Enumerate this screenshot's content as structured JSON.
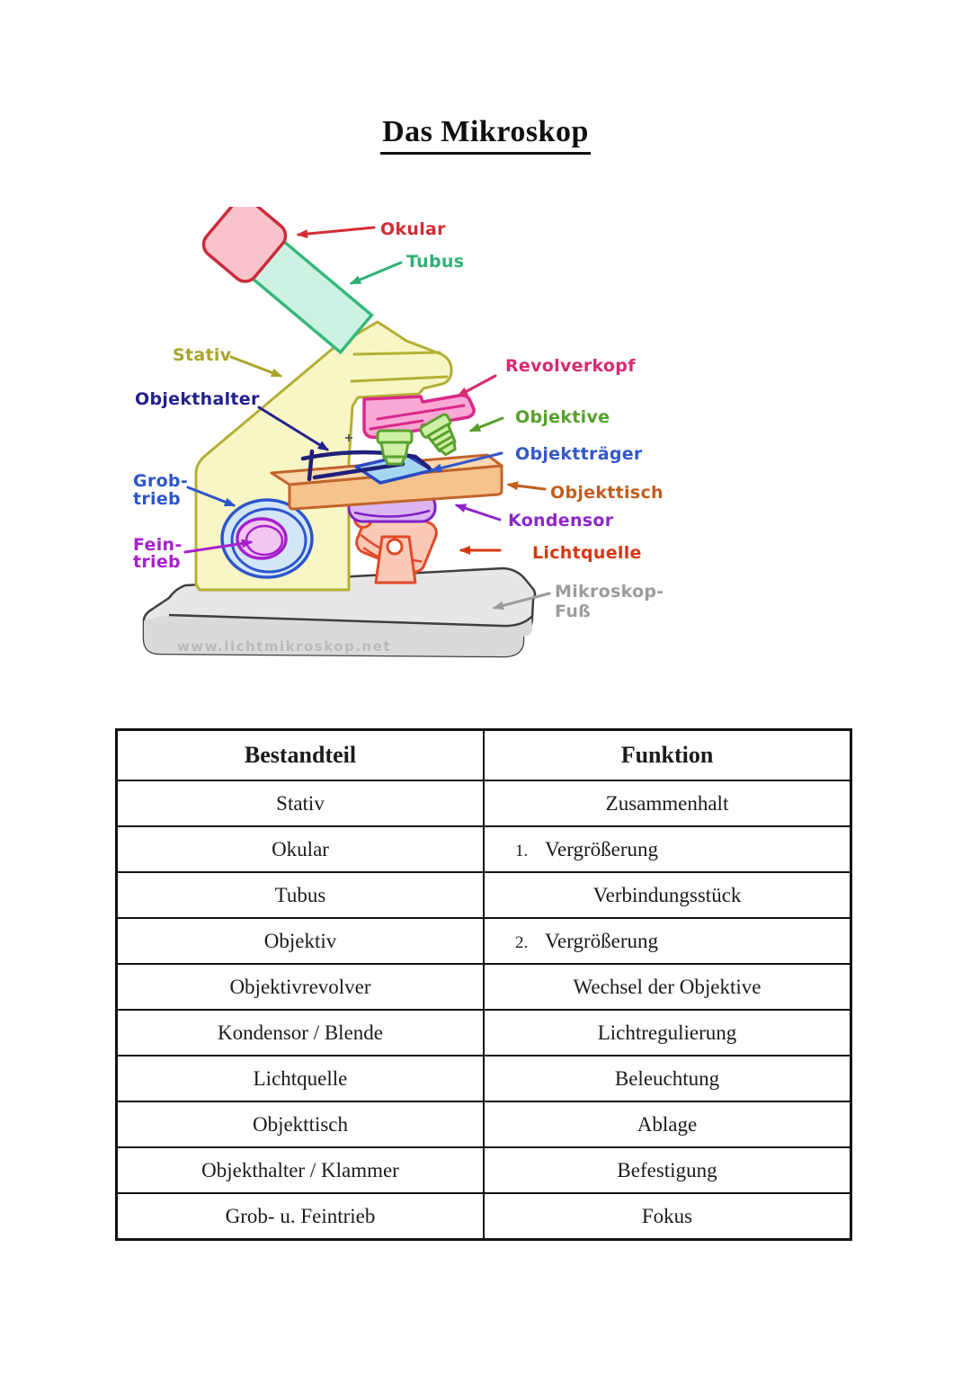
{
  "page": {
    "title": "Das Mikroskop"
  },
  "diagram": {
    "watermark": "www.lichtmikroskop.net",
    "labels": {
      "okular": "Okular",
      "tubus": "Tubus",
      "stativ": "Stativ",
      "objekthalter": "Objekthalter",
      "revolverkopf": "Revolverkopf",
      "objektive": "Objektive",
      "objekttraeger": "Objektträger",
      "objekttisch": "Objekttisch",
      "kondensor": "Kondensor",
      "lichtquelle": "Lichtquelle",
      "grobtrieb_line1": "Grob-",
      "grobtrieb_line2": "trieb",
      "feintrieb_line1": "Fein-",
      "feintrieb_line2": "trieb",
      "fuss_line1": "Mikroskop-",
      "fuss_line2": "Fuß"
    },
    "colors": {
      "okular": "#d22c35",
      "tubus": "#2eb173",
      "stativ": "#a9a42c",
      "objekthalter": "#21218f",
      "revolverkopf": "#d62a72",
      "objektive": "#55a02a",
      "objekttraeger": "#3356c8",
      "objekttisch": "#bf5f1f",
      "kondensor": "#8d26c9",
      "lichtquelle": "#d5380f",
      "grobtrieb": "#2d55cc",
      "feintrieb": "#a620cd",
      "fuss": "#9c9c9c",
      "watermark": "#b9b9b9"
    }
  },
  "table": {
    "headers": {
      "bestandteil": "Bestandteil",
      "funktion": "Funktion"
    },
    "rows": [
      {
        "bestandteil": "Stativ",
        "funktion_num": "",
        "funktion": "Zusammenhalt"
      },
      {
        "bestandteil": "Okular",
        "funktion_num": "1.",
        "funktion": "Vergrößerung"
      },
      {
        "bestandteil": "Tubus",
        "funktion_num": "",
        "funktion": "Verbindungsstück"
      },
      {
        "bestandteil": "Objektiv",
        "funktion_num": "2.",
        "funktion": "Vergrößerung"
      },
      {
        "bestandteil": "Objektivrevolver",
        "funktion_num": "",
        "funktion": "Wechsel der Objektive"
      },
      {
        "bestandteil": "Kondensor / Blende",
        "funktion_num": "",
        "funktion": "Lichtregulierung"
      },
      {
        "bestandteil": "Lichtquelle",
        "funktion_num": "",
        "funktion": "Beleuchtung"
      },
      {
        "bestandteil": "Objekttisch",
        "funktion_num": "",
        "funktion": "Ablage"
      },
      {
        "bestandteil": "Objekthalter / Klammer",
        "funktion_num": "",
        "funktion": "Befestigung"
      },
      {
        "bestandteil": "Grob- u. Feintrieb",
        "funktion_num": "",
        "funktion": "Fokus"
      }
    ]
  }
}
